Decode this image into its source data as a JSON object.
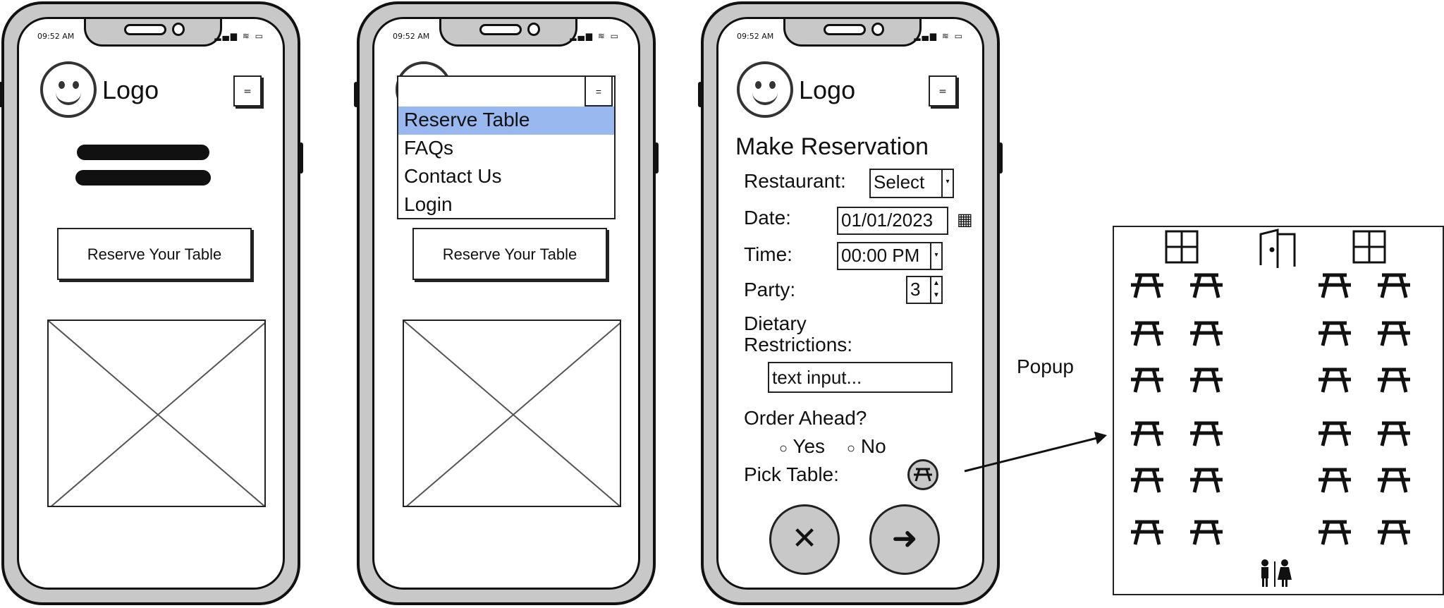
{
  "status": {
    "time": "09:52 AM",
    "icons": "▂▄▆ ≋ ▭"
  },
  "screen1": {
    "logo_text": "Logo",
    "menu_icon": "=",
    "cta_label": "Reserve Your Table"
  },
  "screen2": {
    "menu_icon": "=",
    "menu_items": [
      "Reserve Table",
      "FAQs",
      "Contact Us",
      "Login"
    ],
    "selected_index": 0,
    "cta_label": "Reserve Your Table"
  },
  "screen3": {
    "logo_text": "Logo",
    "menu_icon": "=",
    "title": "Make Reservation",
    "restaurant_label": "Restaurant:",
    "restaurant_value": "Select",
    "date_label": "Date:",
    "date_value": "01/01/2023",
    "time_label": "Time:",
    "time_value": "00:00 PM",
    "party_label": "Party:",
    "party_value": "3",
    "dietary_label_1": "Dietary",
    "dietary_label_2": "Restrictions:",
    "dietary_placeholder": "text input...",
    "order_ahead_label": "Order Ahead?",
    "radio_yes": "Yes",
    "radio_no": "No",
    "pick_table_label": "Pick Table:",
    "cancel_icon": "✕",
    "next_icon": "➜"
  },
  "popup_label": "Popup",
  "icons": {
    "table": "⛩",
    "window": "⊞",
    "door": "🚪",
    "restroom": "🚻",
    "calendar": "▦"
  }
}
